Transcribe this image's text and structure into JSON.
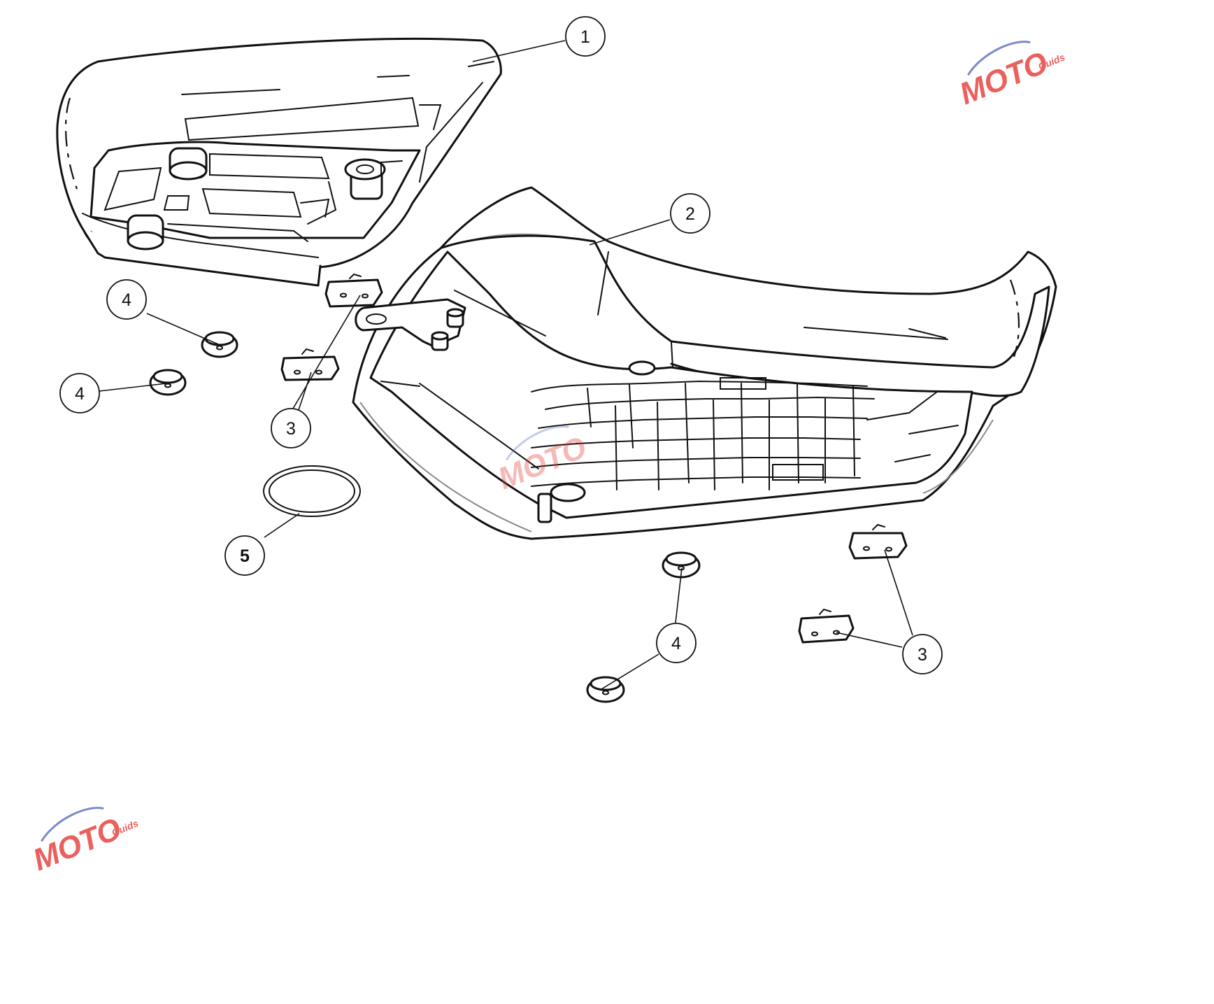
{
  "callouts": [
    {
      "id": "c1",
      "label": "1"
    },
    {
      "id": "c2",
      "label": "2"
    },
    {
      "id": "c3a",
      "label": "3"
    },
    {
      "id": "c3b",
      "label": "3"
    },
    {
      "id": "c4a",
      "label": "4"
    },
    {
      "id": "c4b",
      "label": "4"
    },
    {
      "id": "c4c",
      "label": "4"
    },
    {
      "id": "c5",
      "label": "5"
    }
  ],
  "watermark": {
    "brand": "MOTO",
    "sub": "Guids",
    "color_primary": "#e53935",
    "color_secondary": "#5c6bc0"
  }
}
